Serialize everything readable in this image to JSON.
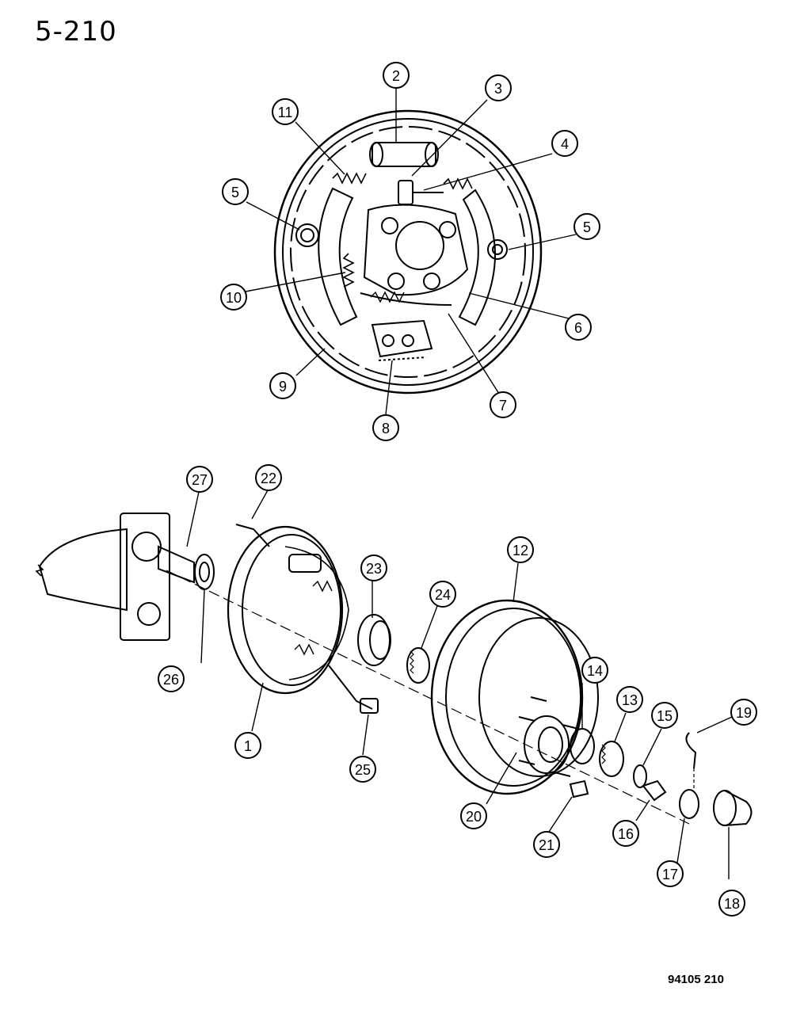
{
  "page_label": "5-210",
  "footer_code": "94105 210",
  "callouts": [
    "1",
    "2",
    "3",
    "4",
    "5",
    "5",
    "6",
    "7",
    "8",
    "9",
    "10",
    "11",
    "12",
    "13",
    "14",
    "15",
    "16",
    "17",
    "18",
    "19",
    "20",
    "21",
    "22",
    "23",
    "24",
    "25",
    "26",
    "27"
  ]
}
